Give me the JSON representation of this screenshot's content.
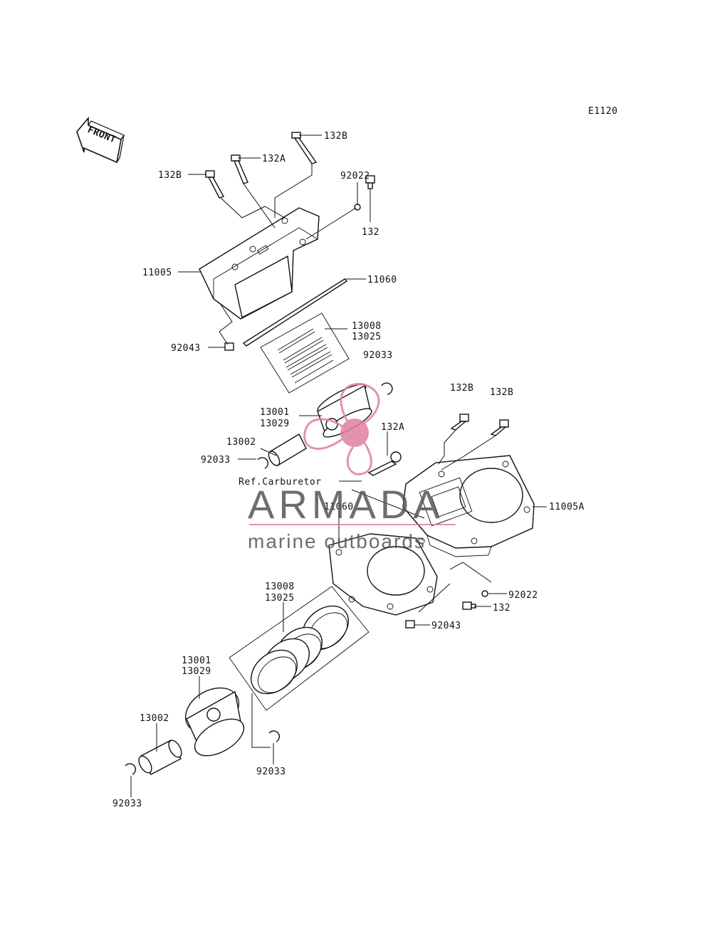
{
  "diagram_code": "E1120",
  "front_indicator": "FRONT",
  "labels": {
    "top_132B_right": "132B",
    "top_132A": "132A",
    "top_132B_left": "132B",
    "top_92022": "92022",
    "top_132": "132",
    "top_11005": "11005",
    "top_11060": "11060",
    "top_13008": "13008",
    "top_13025": "13025",
    "top_92033_ring": "92033",
    "top_92043": "92043",
    "top_13001": "13001",
    "top_13029": "13029",
    "top_13002": "13002",
    "top_92033_clip": "92033",
    "mid_132B_a": "132B",
    "mid_132B_b": "132B",
    "mid_132A": "132A",
    "ref_carb": "Ref.Carburetor",
    "mid_11060": "11060",
    "mid_11005A": "11005A",
    "mid_92022": "92022",
    "mid_132": "132",
    "mid_92043": "92043",
    "low_13008": "13008",
    "low_13025": "13025",
    "low_13001": "13001",
    "low_13029": "13029",
    "low_13002": "13002",
    "low_92033_left": "92033",
    "low_92033_right": "92033"
  },
  "watermark": {
    "brand": "ARMADA",
    "tagline": "marine outboards",
    "colors": {
      "logo": "#e07fa0",
      "text": "#555555"
    }
  }
}
